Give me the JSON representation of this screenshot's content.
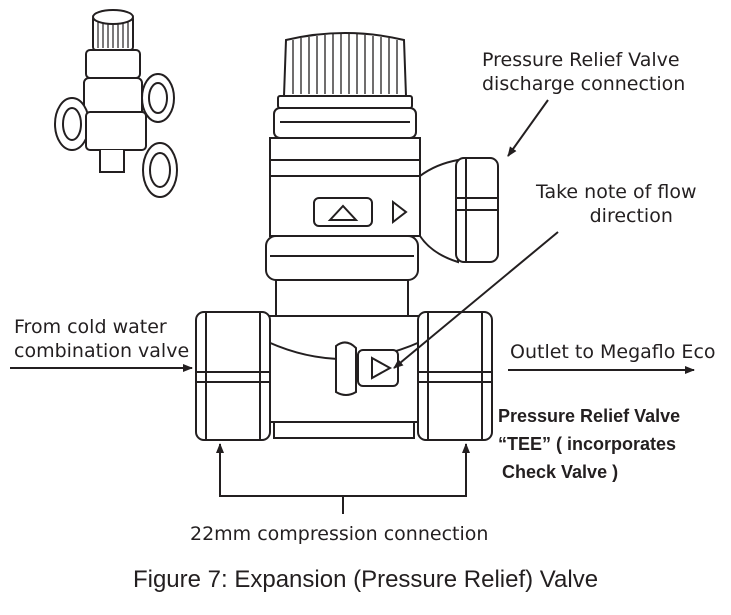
{
  "labels": {
    "prv_discharge": [
      "Pressure Relief Valve",
      "discharge connection"
    ],
    "flow_note": [
      "Take note of flow",
      "direction"
    ],
    "inlet": [
      "From cold water",
      "combination valve"
    ],
    "outlet": "Outlet to Megaflo Eco",
    "tee": [
      "Pressure Relief Valve",
      "“TEE” ( incorporates",
      "Check Valve )"
    ],
    "compression": "22mm compression connection"
  },
  "caption": "Figure 7: Expansion (Pressure Relief) Valve",
  "colors": {
    "line": "#231f20",
    "background": "#ffffff"
  },
  "icons": [
    "flow-direction-arrow-icon",
    "valve-isometric-thumbnail"
  ]
}
